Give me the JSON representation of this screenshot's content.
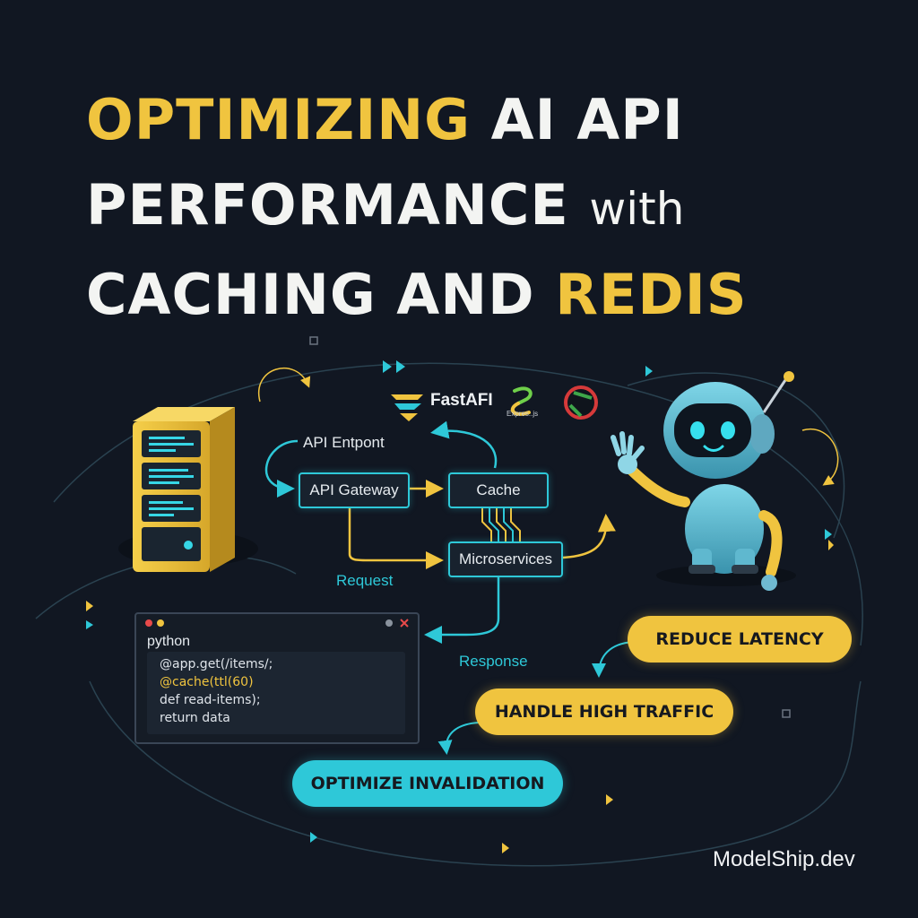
{
  "title": {
    "line1_highlight": "OPTIMIZING",
    "line1_rest": "AI API",
    "line2_main": "PERFORMANCE",
    "line2_small": "with",
    "line3_main": "CACHING AND",
    "line3_highlight": "REDIS"
  },
  "diagram": {
    "endpoint_label": "API Entpont",
    "nodes": {
      "gateway": "API Gateway",
      "cache": "Cache",
      "microservices": "Microservices"
    },
    "request_label": "Request",
    "response_label": "Response"
  },
  "brands": {
    "fastapi": "FastAFI",
    "express": "Expres..js"
  },
  "code_window": {
    "language": "python",
    "lines": [
      "@app.get(/items/;",
      "@cache(ttl(60)",
      "def read-items);",
      "return data"
    ]
  },
  "pills": {
    "reduce_latency": "REDUCE LATENCY",
    "handle_high_traffic": "HANDLE HIGH TRAFFIC",
    "optimize_invalidation": "OPTIMIZE INVALIDATION"
  },
  "footer": "ModelShip.dev",
  "icons": [
    "server-icon",
    "robot-icon",
    "fastapi-logo-icon",
    "python-logo-icon",
    "redis-logo-icon",
    "close-icon"
  ],
  "colors": {
    "background": "#111722",
    "accent_yellow": "#f0c43f",
    "accent_cyan": "#2ec8d8",
    "text": "#f3f4f2"
  }
}
